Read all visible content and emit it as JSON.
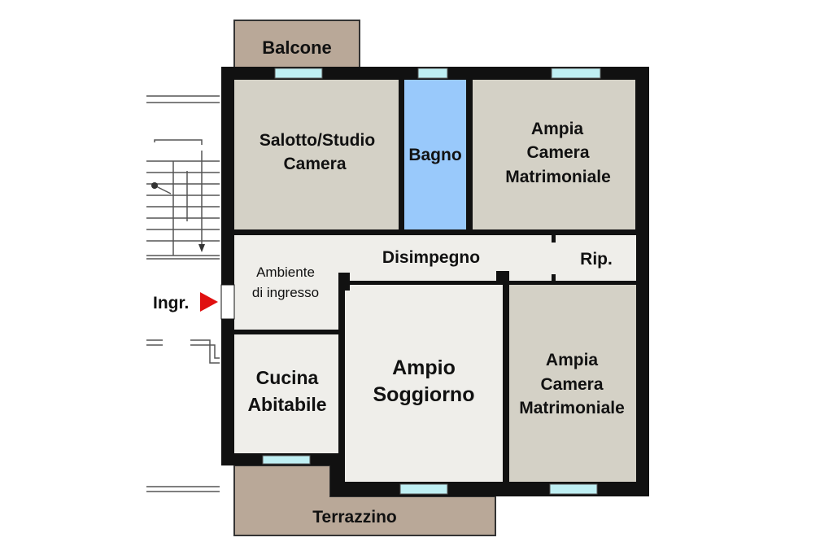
{
  "rooms": {
    "balcone": [
      "Balcone"
    ],
    "salotto": [
      "Salotto/Studio",
      "Camera"
    ],
    "bagno": [
      "Bagno"
    ],
    "camera_top": [
      "Ampia",
      "Camera",
      "Matrimoniale"
    ],
    "disimpegno": [
      "Disimpegno"
    ],
    "ripostiglio": [
      "Rip."
    ],
    "ambiente": [
      "Ambiente",
      "di ingresso"
    ],
    "cucina": [
      "Cucina",
      "Abitabile"
    ],
    "soggiorno": [
      "Ampio",
      "Soggiorno"
    ],
    "camera_bottom": [
      "Ampia",
      "Camera",
      "Matrimoniale"
    ],
    "terrazzino": [
      "Terrazzino"
    ]
  },
  "entrance": {
    "label": "Ingr."
  },
  "colors": {
    "room": "#d4d1c6",
    "corridor": "#efeeea",
    "bathroom": "#99c9fb",
    "outdoor": "#b9a898",
    "wall": "#111111",
    "window": "#bfeff3",
    "entrance_arrow": "#e01010"
  }
}
